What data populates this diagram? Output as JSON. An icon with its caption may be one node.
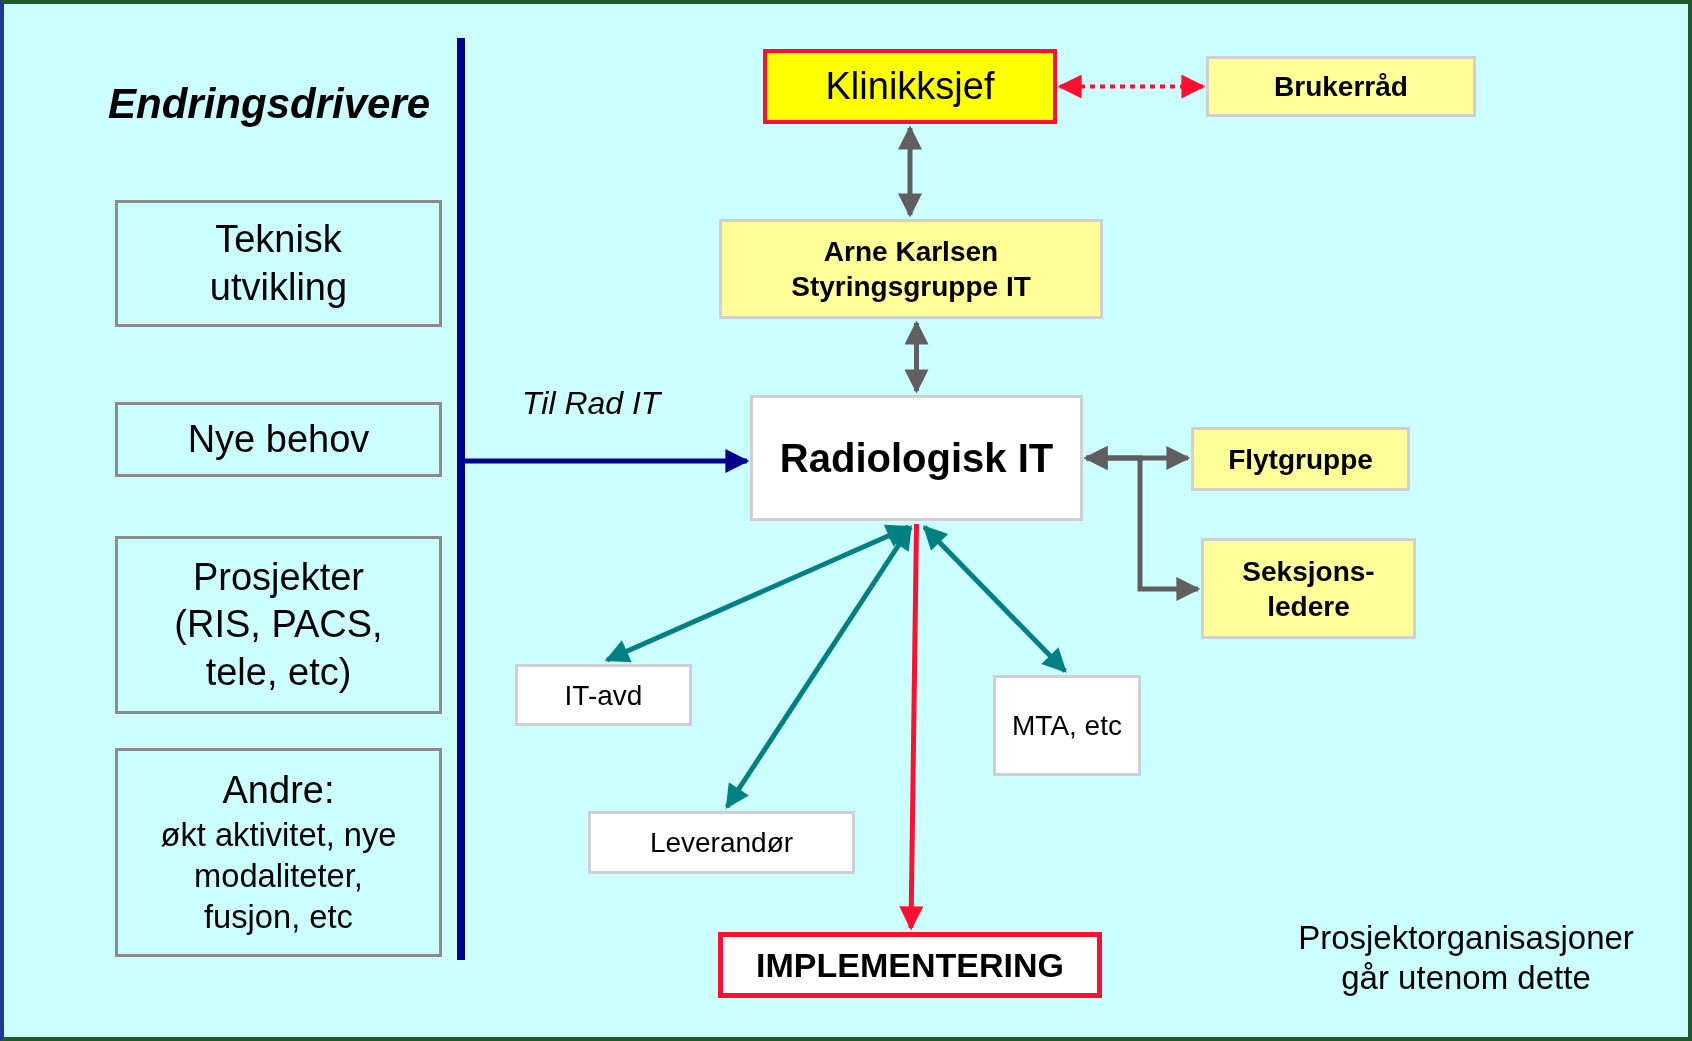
{
  "diagram": {
    "title": "Endringsdrivere",
    "nodes": [
      {
        "text": [
          "Teknisk utvikling"
        ]
      },
      {
        "text": [
          "Nye behov"
        ]
      },
      {
        "text": [
          "Prosjekter (RIS, PACS, tele, etc)"
        ]
      },
      {
        "text": [
          "Andre:",
          "økt aktivitet, nye modaliteter, fusjon, etc"
        ]
      },
      {
        "text": [
          "Klinikksjef"
        ]
      },
      {
        "text": [
          "Brukerråd"
        ]
      },
      {
        "text": [
          "Arne Karlsen Styringsgruppe IT"
        ]
      },
      {
        "text": [
          "Radiologisk IT"
        ]
      },
      {
        "text": [
          "Flytgruppe"
        ]
      },
      {
        "text": [
          "Seksjons- ledere"
        ]
      },
      {
        "text": [
          "IT-avd"
        ]
      },
      {
        "text": [
          "MTA, etc"
        ]
      },
      {
        "text": [
          "Leverandør"
        ]
      },
      {
        "text": [
          "IMPLEMENTERING"
        ]
      },
      {
        "text": [],
        "shape": "bar"
      }
    ],
    "edges": [
      {
        "from": 4,
        "to": 5,
        "arrow": "both",
        "style": "dashed",
        "color": "#ff1030"
      },
      {
        "from": 4,
        "to": 6,
        "arrow": "both"
      },
      {
        "from": 6,
        "to": 7,
        "arrow": "both"
      },
      {
        "from": 14,
        "to": 7,
        "arrow": "to",
        "label": "Til Rad IT",
        "color": "#00008b"
      },
      {
        "from": 7,
        "to": 8,
        "arrow": "both"
      },
      {
        "from": 7,
        "to": 9,
        "arrow": "both"
      },
      {
        "from": 7,
        "to": 10,
        "arrow": "both",
        "color": "#008080"
      },
      {
        "from": 7,
        "to": 12,
        "arrow": "both",
        "color": "#008080"
      },
      {
        "from": 7,
        "to": 11,
        "arrow": "both",
        "color": "#008080"
      },
      {
        "from": 7,
        "to": 13,
        "arrow": "to",
        "color": "#ff1030"
      }
    ],
    "labels": [
      "Prosjektorganisasjoner går utenom dette"
    ]
  }
}
